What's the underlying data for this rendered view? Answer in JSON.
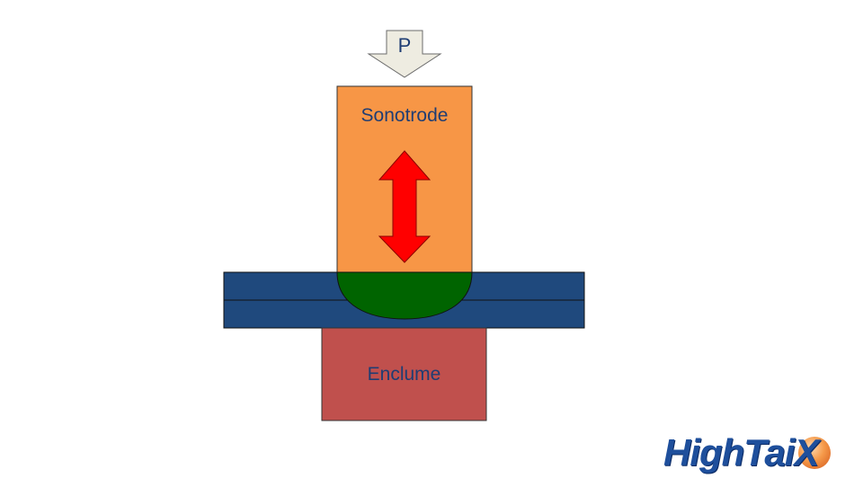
{
  "diagram": {
    "pressure_label": "P",
    "sonotrode_label": "Sonotrode",
    "anvil_label": "Enclume"
  },
  "logo": {
    "text": "HighTaiX"
  },
  "colors": {
    "sonotrode": "#f79646",
    "anvil": "#c0504d",
    "sheets": "#1f497d",
    "weld_zone": "#006400",
    "vibration_arrow": "#ff0000",
    "pressure_arrow": "#eeece1",
    "label_text": "#1f3d73",
    "logo_blue": "#1e4f9c",
    "logo_orange": "#f59a4a"
  }
}
